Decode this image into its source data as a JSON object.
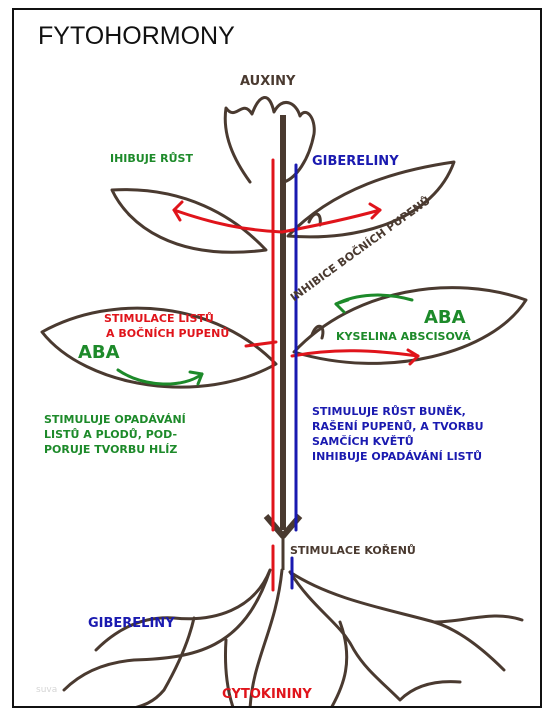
{
  "title": "FYTOHORMONY",
  "hormones": {
    "auxiny": "AUXINY",
    "gibereliny_top": "GIBERELINY",
    "gibereliny_bottom": "GIBERELINY",
    "cytokininy": "CYTOKININY",
    "aba_left": "ABA",
    "aba_right": "ABA"
  },
  "effects": {
    "ihibuje_rust": "IHIBUJE RŮST",
    "inhibice_bocnich": "INHIBICE BOČNÍCH PUPENŮ",
    "stimulace_listu": [
      "STIMULACE LISTŮ",
      "A BOČNÍCH PUPENŮ"
    ],
    "kyselina": "KYSELINA ABSCISOVÁ",
    "stimuluje_opadavani": [
      "STIMULUJE OPADÁVÁNÍ",
      "LISTŮ A PLODŮ, POD-",
      "PORUJE TVORBU HLÍZ"
    ],
    "stimuluje_rust": [
      "STIMULUJE RŮST BUNĚK,",
      "RAŠENÍ PUPENŮ, A TVORBU",
      "SAMČÍCH KVĚTŮ",
      "INHIBUJE OPADÁVÁNÍ LISTŮ"
    ],
    "stimulace_korenu": "STIMULACE KOŘENŮ"
  },
  "watermark": "suva",
  "colors": {
    "plant": "#4a3a30",
    "auxin": "#e0141b",
    "gibberellin": "#1a1ab0",
    "aba": "#1d8a2a"
  }
}
